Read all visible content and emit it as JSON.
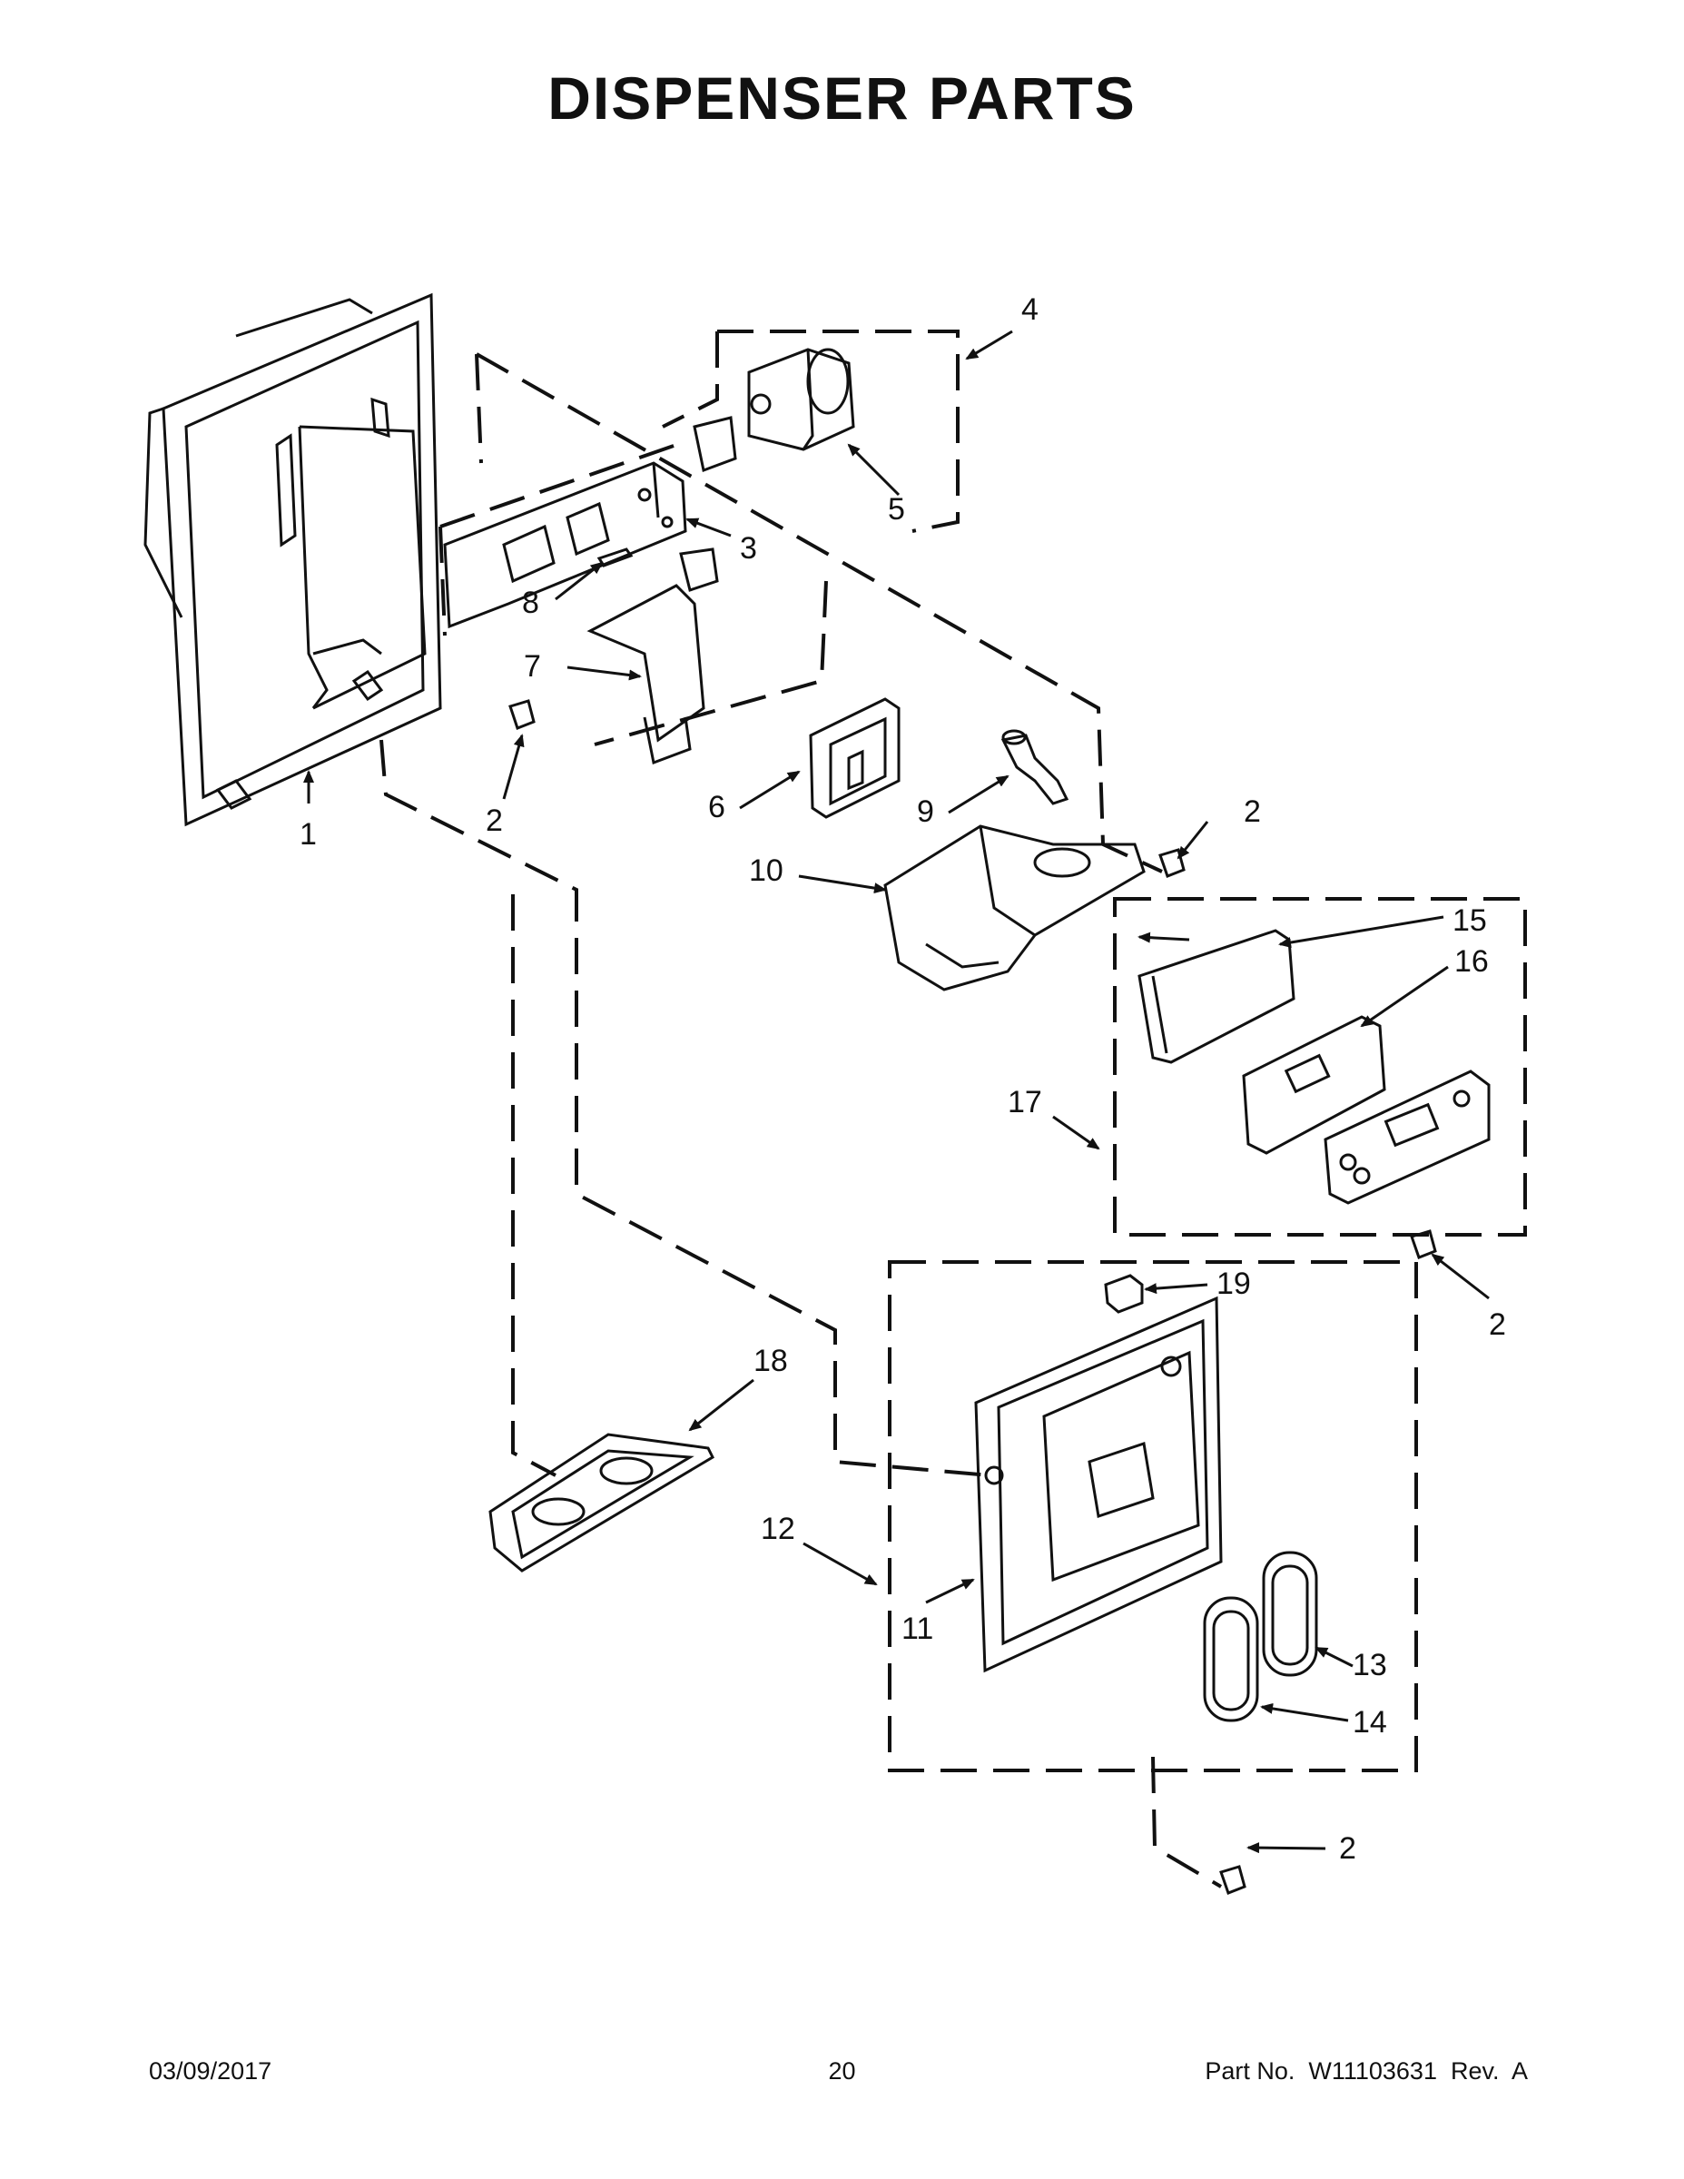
{
  "title": "DISPENSER PARTS",
  "footer": {
    "date": "03/09/2017",
    "page": "20",
    "part": "Part No.  W11103631  Rev.  A"
  },
  "callouts": {
    "c1": "1",
    "c2a": "2",
    "c2b": "2",
    "c2c": "2",
    "c2d": "2",
    "c3": "3",
    "c4": "4",
    "c5": "5",
    "c6": "6",
    "c7": "7",
    "c8": "8",
    "c9": "9",
    "c10": "10",
    "c11": "11",
    "c12": "12",
    "c13": "13",
    "c14": "14",
    "c15": "15",
    "c16": "16",
    "c17": "17",
    "c18": "18",
    "c19": "19"
  }
}
